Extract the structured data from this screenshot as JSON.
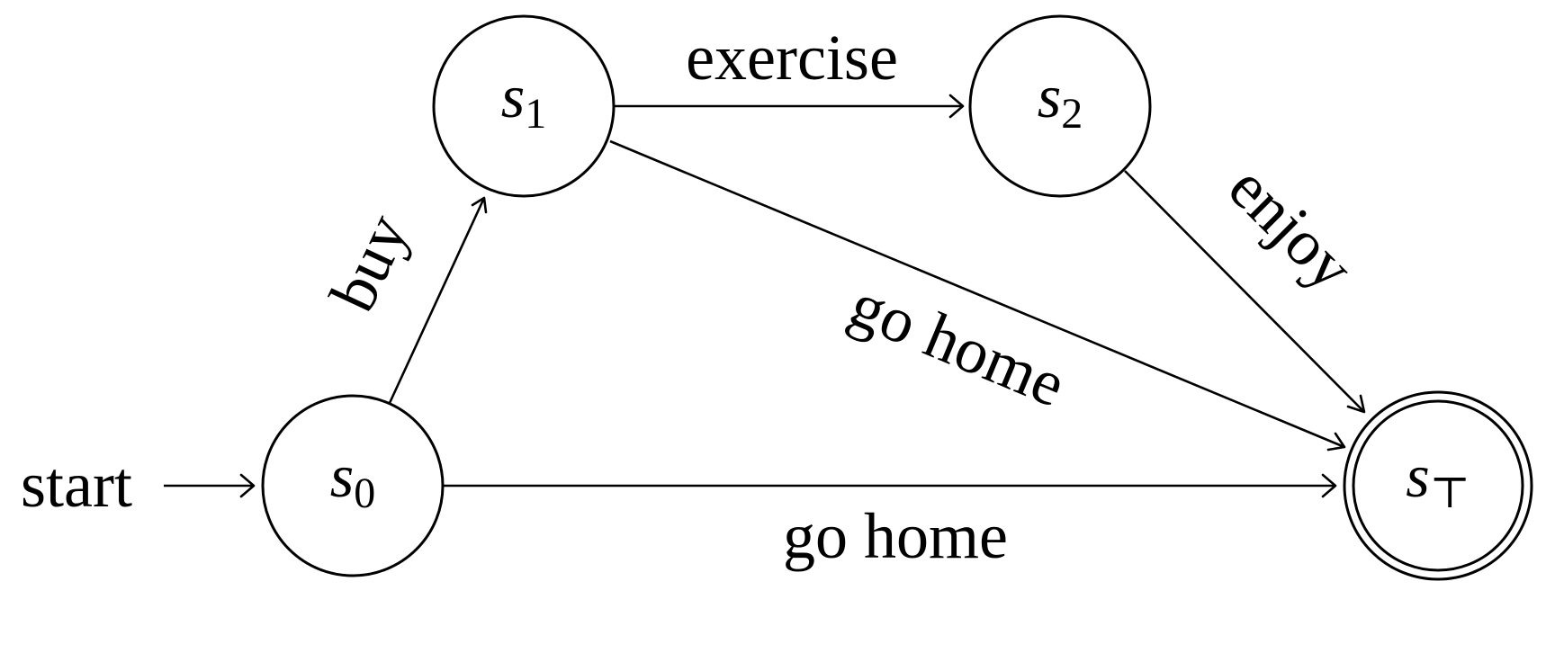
{
  "states": [
    {
      "id": "s0",
      "var": "s",
      "sub": "0",
      "accepting": false
    },
    {
      "id": "s1",
      "var": "s",
      "sub": "1",
      "accepting": false
    },
    {
      "id": "s2",
      "var": "s",
      "sub": "2",
      "accepting": false
    },
    {
      "id": "sT",
      "var": "s",
      "sub": "⊤",
      "accepting": true
    }
  ],
  "transitions": [
    {
      "from": "start",
      "to": "s0",
      "label": "start"
    },
    {
      "from": "s0",
      "to": "s1",
      "label": "buy"
    },
    {
      "from": "s1",
      "to": "s2",
      "label": "exercise"
    },
    {
      "from": "s2",
      "to": "sT",
      "label": "enjoy"
    },
    {
      "from": "s1",
      "to": "sT",
      "label": "go home"
    },
    {
      "from": "s0",
      "to": "sT",
      "label": "go home"
    }
  ]
}
